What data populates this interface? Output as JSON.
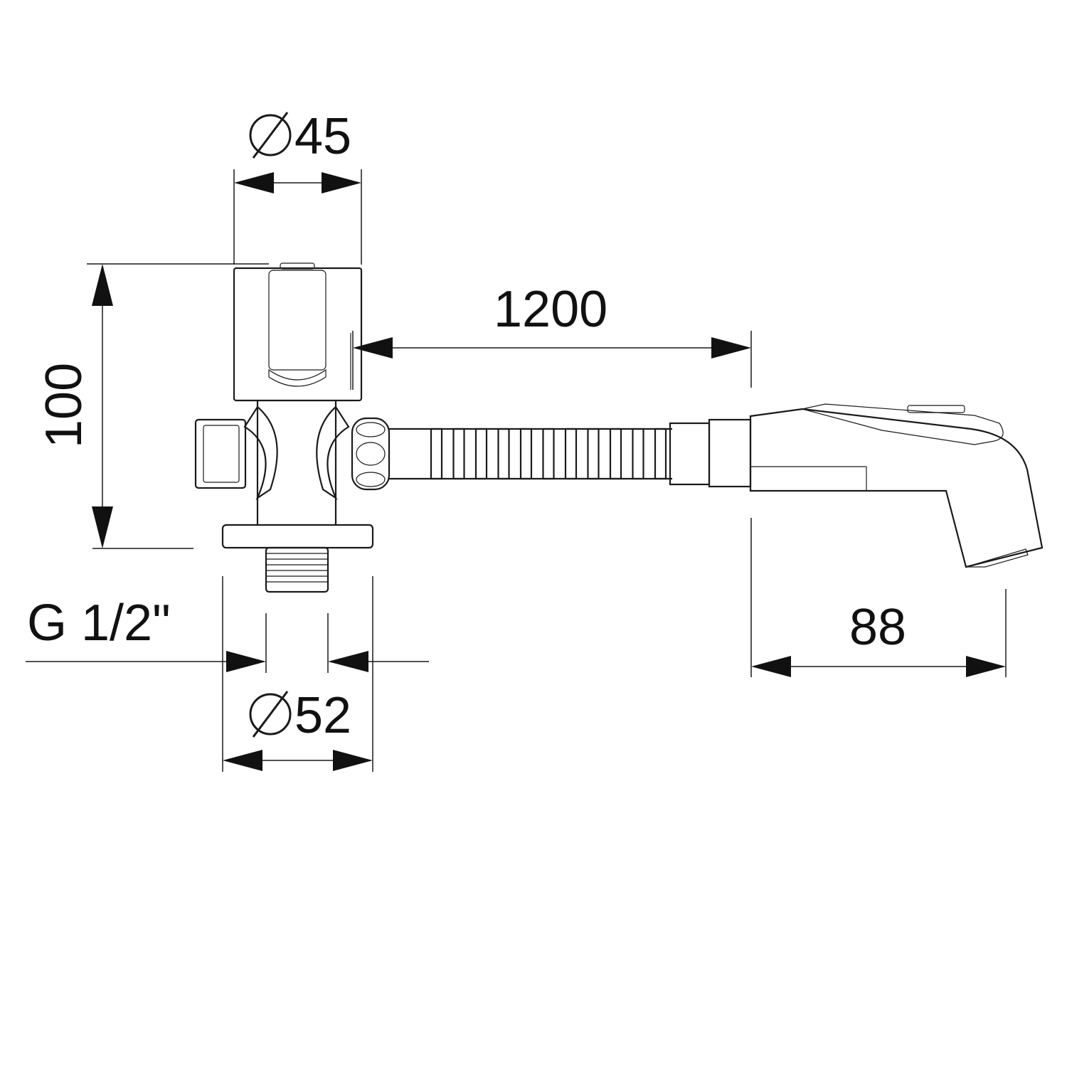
{
  "dimensions": {
    "head_diameter": "45",
    "height": "100",
    "hose_length": "1200",
    "spray_length": "88",
    "thread": "G 1/2\"",
    "base_diameter": "52"
  },
  "symbols": {
    "diameter_symbol": "diameter-icon"
  },
  "colors": {
    "stroke": "#1a1a1a",
    "background": "#ffffff"
  }
}
